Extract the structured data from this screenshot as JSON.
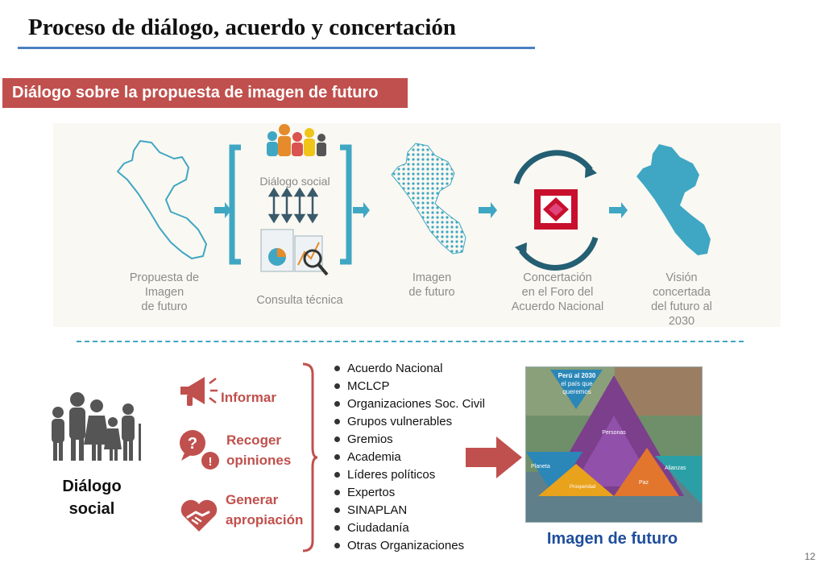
{
  "header": {
    "title": "Proceso de diálogo, acuerdo y concertación",
    "section_label": "Diálogo sobre la propuesta de imagen de futuro"
  },
  "flow": {
    "step1": [
      "Propuesta de",
      "Imagen",
      "de futuro"
    ],
    "dialogo_label": "Diálogo social",
    "consulta_label": "Consulta técnica",
    "step3": [
      "Imagen",
      "de futuro"
    ],
    "step4": [
      "Concertación",
      "en el Foro del",
      "Acuerdo Nacional"
    ],
    "step5": [
      "Visión",
      "concertada",
      "del futuro al",
      "2030"
    ]
  },
  "dialogue": {
    "group_label": [
      "Diálogo",
      "social"
    ],
    "actions": [
      {
        "lines": [
          "Informar"
        ],
        "icon": "megaphone-icon"
      },
      {
        "lines": [
          "Recoger",
          "opiniones"
        ],
        "icon": "speech-bubbles-icon"
      },
      {
        "lines": [
          "Generar",
          "apropiación"
        ],
        "icon": "heart-handshake-icon"
      }
    ],
    "stakeholders": [
      "Acuerdo Nacional",
      "MCLCP",
      "Organizaciones Soc. Civil",
      "Grupos vulnerables",
      "Gremios",
      "Academia",
      "Líderes políticos",
      "Expertos",
      "SINAPLAN",
      "Ciudadanía",
      "Otras Organizaciones"
    ],
    "result_label": "Imagen de futuro"
  },
  "poster": {
    "title": [
      "Perú al 2030",
      "el país que",
      "queremos"
    ],
    "segments": [
      "Personas",
      "Planeta",
      "Prosperidad",
      "Paz",
      "Alianzas"
    ]
  },
  "colors": {
    "accent_red": "#c0504d",
    "teal": "#3fa7c3",
    "rule_blue": "#4a7fc1",
    "icon_gray": "#555555"
  },
  "page_number": "12"
}
